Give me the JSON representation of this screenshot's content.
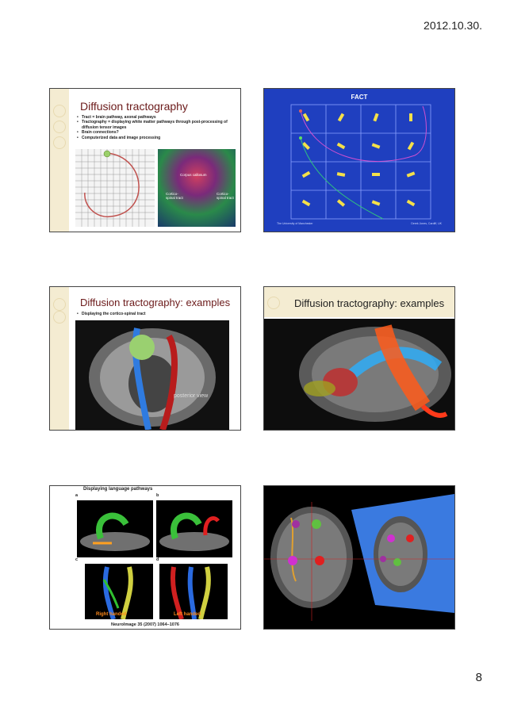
{
  "header": {
    "date": "2012.10.30."
  },
  "footer": {
    "page_number": "8"
  },
  "slides": [
    {
      "title": "Diffusion tractography",
      "bullets": [
        "Tract = brain pathway, axonal pathways",
        "Tractography = displaying white matter pathways through post-processing of diffusion tensor images",
        "Brain connections?",
        "Computerized data and image processing"
      ],
      "image_labels": [
        "Corpus callosum",
        "Cortico-spinal tract",
        "Cortico-spinal tract"
      ]
    },
    {
      "title": "FACT",
      "footer_left": "The University of Manchester",
      "footer_right": "Derek Jones, Cardiff, UK"
    },
    {
      "title": "Diffusion tractography: examples",
      "bullets": [
        "Displaying the cortico-spinal tract"
      ],
      "image_label": "posterior view"
    },
    {
      "title": "Diffusion tractography: examples"
    },
    {
      "title": "Displaying language pathways",
      "panel_labels": [
        "a",
        "b",
        "c",
        "d"
      ],
      "captions": [
        "Right handed",
        "Left handed"
      ],
      "citation": "NeuroImage 35 (2007) 1064–1076"
    },
    {}
  ],
  "colors": {
    "accent_title": "#6b1a1a",
    "fact_background": "#1f3fbf",
    "band": "#f4ecd2"
  }
}
